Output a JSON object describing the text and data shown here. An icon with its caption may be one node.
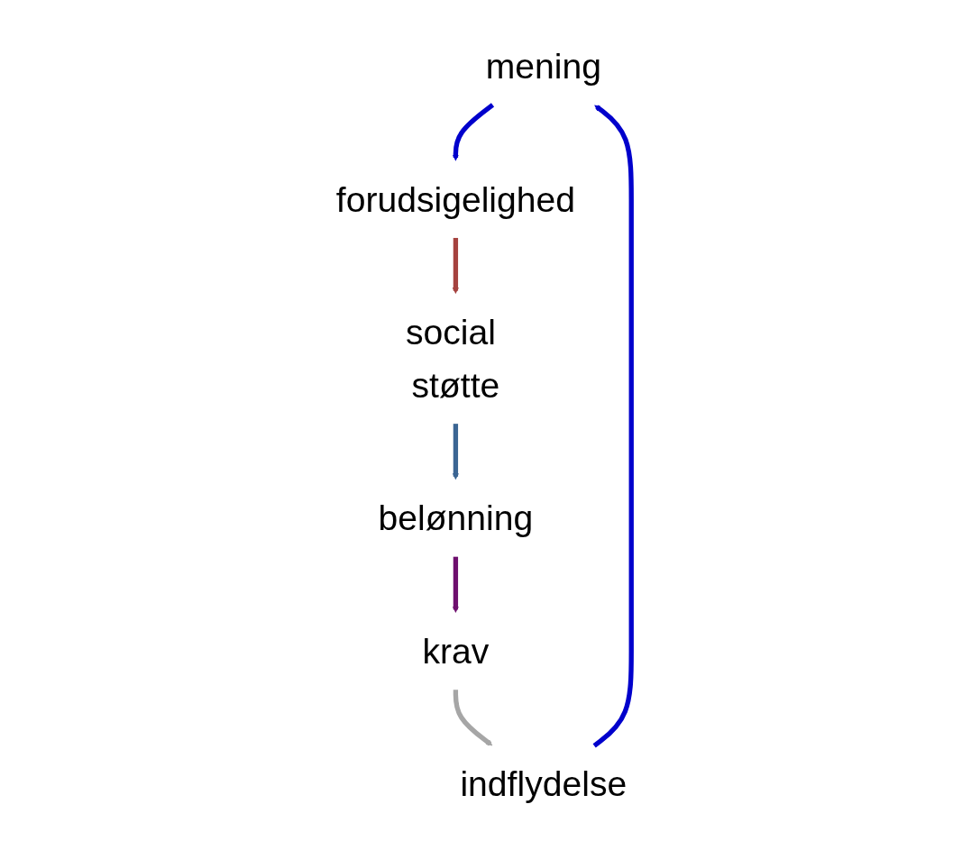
{
  "diagram": {
    "nodes": [
      {
        "text": [
          "mening"
        ]
      },
      {
        "text": [
          "forudsigelighed"
        ]
      },
      {
        "text": [
          "social støtte"
        ]
      },
      {
        "text": [
          "belønning"
        ]
      },
      {
        "text": [
          "krav"
        ]
      },
      {
        "text": [
          "indflydelse"
        ]
      }
    ],
    "edges": [
      {
        "from": 0,
        "to": 1,
        "arrow": "to"
      },
      {
        "from": 1,
        "to": 2,
        "arrow": "to",
        "color": "#a5423f"
      },
      {
        "from": 2,
        "to": 3,
        "arrow": "to",
        "color": "#3b6593"
      },
      {
        "from": 3,
        "to": 4,
        "arrow": "to",
        "color": "#6e0f6e"
      },
      {
        "from": 4,
        "to": 5,
        "arrow": "to",
        "color": "#a6a6a6"
      },
      {
        "from": 5,
        "to": 0,
        "arrow": "to"
      }
    ]
  }
}
